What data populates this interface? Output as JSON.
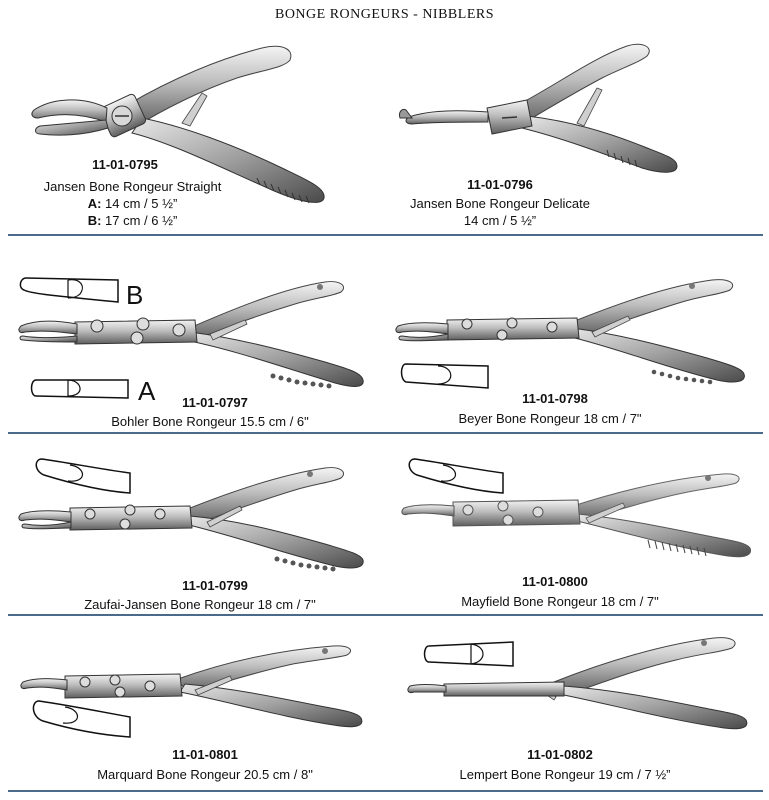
{
  "title": "BONGE RONGEURS - NIBBLERS",
  "items": [
    {
      "code": "11-01-0795",
      "name": "Jansen Bone Rongeur Straight",
      "sizes": [
        {
          "label": "A:",
          "value": " 14 cm / 5 ½”"
        },
        {
          "label": "B:",
          "value": " 17 cm / 6 ½”"
        }
      ]
    },
    {
      "code": "11-01-0796",
      "name": "Jansen Bone Rongeur Delicate",
      "size": "14 cm / 5 ½”"
    },
    {
      "code": "11-01-0797",
      "name": "Bohler Bone Rongeur 15.5 cm / 6\"",
      "tip_labels": [
        "B",
        "A"
      ]
    },
    {
      "code": "11-01-0798",
      "name": "Beyer Bone Rongeur 18 cm / 7\""
    },
    {
      "code": "11-01-0799",
      "name": "Zaufai-Jansen Bone Rongeur 18 cm / 7\""
    },
    {
      "code": "11-01-0800",
      "name": "Mayfield Bone Rongeur 18 cm / 7\""
    },
    {
      "code": "11-01-0801",
      "name": "Marquard Bone Rongeur 20.5 cm / 8\""
    },
    {
      "code": "11-01-0802",
      "name": "Lempert Bone Rongeur 19 cm / 7 ½”"
    }
  ]
}
